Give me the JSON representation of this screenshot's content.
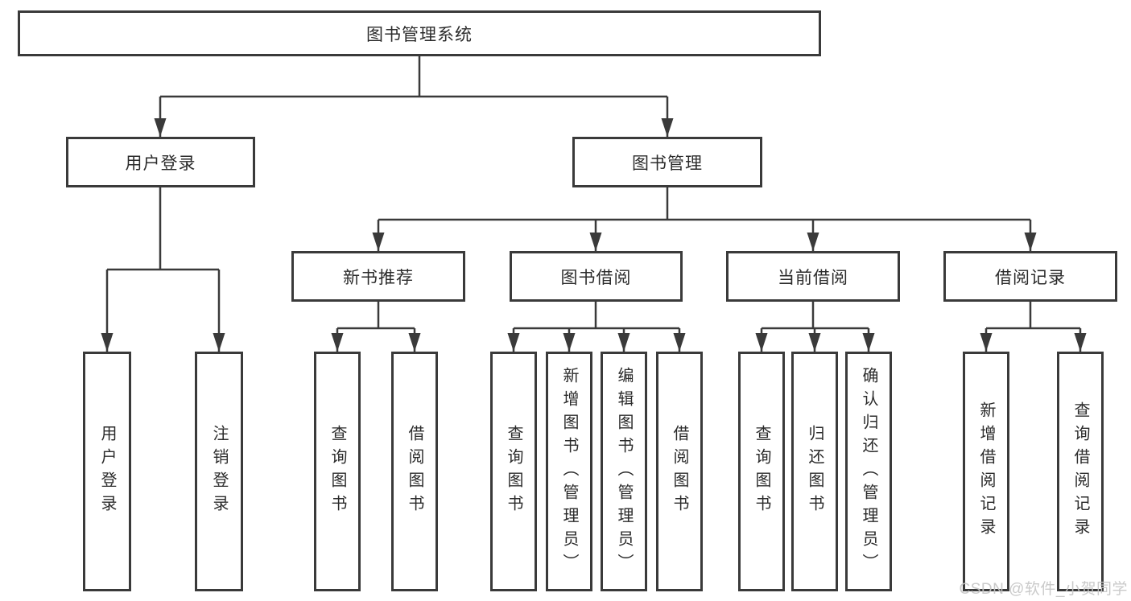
{
  "watermark": "CSDN @软件_小贺同学",
  "colors": {
    "line": "#3a3a3a",
    "box_border": "#3a3a3a",
    "box_background": "#ffffff",
    "text": "#2b2b2b",
    "watermark": "#c5c5c5"
  },
  "tree": {
    "root": {
      "label": "图书管理系统"
    },
    "branches": [
      {
        "label": "用户登录",
        "children": [
          {
            "label": "用户登录"
          },
          {
            "label": "注销登录"
          }
        ]
      },
      {
        "label": "图书管理",
        "children": [
          {
            "label": "新书推荐",
            "children": [
              {
                "label": "查询图书"
              },
              {
                "label": "借阅图书"
              }
            ]
          },
          {
            "label": "图书借阅",
            "children": [
              {
                "label": "查询图书"
              },
              {
                "label": "新增图书（管理员）"
              },
              {
                "label": "编辑图书（管理员）"
              },
              {
                "label": "借阅图书"
              }
            ]
          },
          {
            "label": "当前借阅",
            "children": [
              {
                "label": "查询图书"
              },
              {
                "label": "归还图书"
              },
              {
                "label": "确认归还（管理员）"
              }
            ]
          },
          {
            "label": "借阅记录",
            "children": [
              {
                "label": "新增借阅记录"
              },
              {
                "label": "查询借阅记录"
              }
            ]
          }
        ]
      }
    ]
  }
}
